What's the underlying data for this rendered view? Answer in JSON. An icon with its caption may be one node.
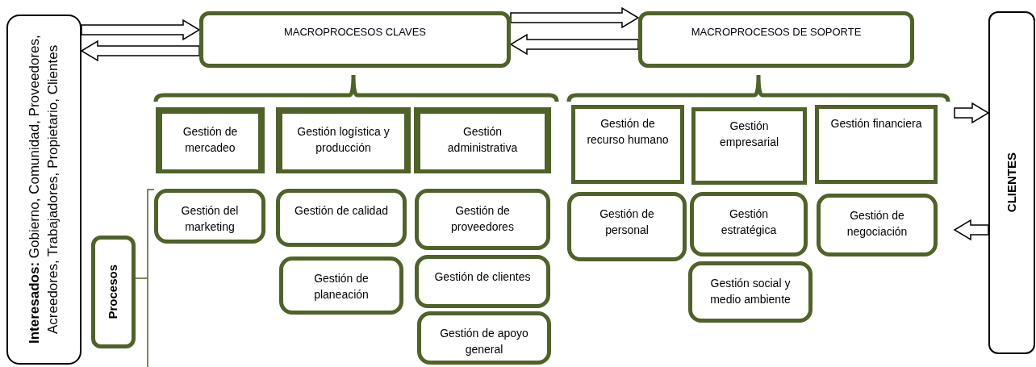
{
  "diagram": {
    "nodes": [
      {
        "text": [
          "**Interesados:** Gobierno, Comunidad, Proveedores, Acreedores, Trabajadores, Propietario, Clientes"
        ]
      },
      {
        "text": [
          "MACROPROCESOS CLAVES"
        ]
      },
      {
        "text": [
          "MACROPROCESOS DE SOPORTE"
        ]
      },
      {
        "text": [
          "CLIENTES"
        ]
      },
      {
        "text": [
          "Procesos"
        ]
      },
      {
        "text": [
          "Gestión de mercadeo"
        ]
      },
      {
        "text": [
          "Gestión logística y producción"
        ]
      },
      {
        "text": [
          "Gestión administrativa"
        ]
      },
      {
        "text": [
          "Gestión de recurso humano"
        ]
      },
      {
        "text": [
          "Gestión empresarial"
        ]
      },
      {
        "text": [
          "Gestión financiera"
        ]
      },
      {
        "text": [
          "Gestión del marketing"
        ]
      },
      {
        "text": [
          "Gestión de calidad"
        ]
      },
      {
        "text": [
          "Gestión de planeación"
        ]
      },
      {
        "text": [
          "Gestión de proveedores"
        ]
      },
      {
        "text": [
          "Gestión de clientes"
        ]
      },
      {
        "text": [
          "Gestión de apoyo general"
        ]
      },
      {
        "text": [
          "Gestión de personal"
        ]
      },
      {
        "text": [
          "Gestión estratégica"
        ]
      },
      {
        "text": [
          "Gestión social y medio ambiente"
        ]
      },
      {
        "text": [
          "Gestión de negociación"
        ]
      }
    ],
    "edges": [
      {
        "from": 0,
        "to": 1,
        "arrow": "to"
      },
      {
        "from": 1,
        "to": 0,
        "arrow": "to"
      },
      {
        "from": 1,
        "to": 2,
        "arrow": "to"
      },
      {
        "from": 2,
        "to": 1,
        "arrow": "to"
      },
      {
        "from": null,
        "to": 3,
        "arrow": "to"
      },
      {
        "from": 3,
        "to": null,
        "arrow": "to"
      }
    ]
  }
}
